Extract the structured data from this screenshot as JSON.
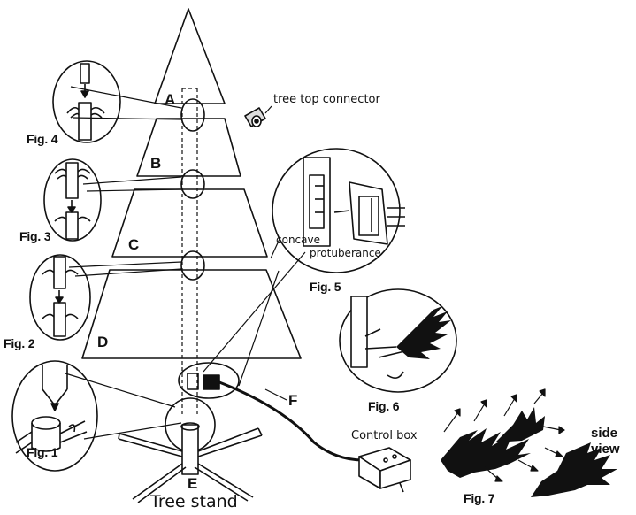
{
  "sections": {
    "a": "A",
    "b": "B",
    "c": "C",
    "d": "D",
    "e": "E",
    "f": "F"
  },
  "figures": {
    "fig1": "Fig. 1",
    "fig2": "Fig. 2",
    "fig3": "Fig. 3",
    "fig4": "Fig. 4",
    "fig5": "Fig. 5",
    "fig6": "Fig. 6",
    "fig7": "Fig. 7"
  },
  "labels": {
    "tree_top_connector": "tree top connector",
    "concave": "concave",
    "protuberance": "protuberance",
    "control_box": "Control box",
    "side": "side",
    "view": "view",
    "tree_stand": "Tree stand"
  }
}
